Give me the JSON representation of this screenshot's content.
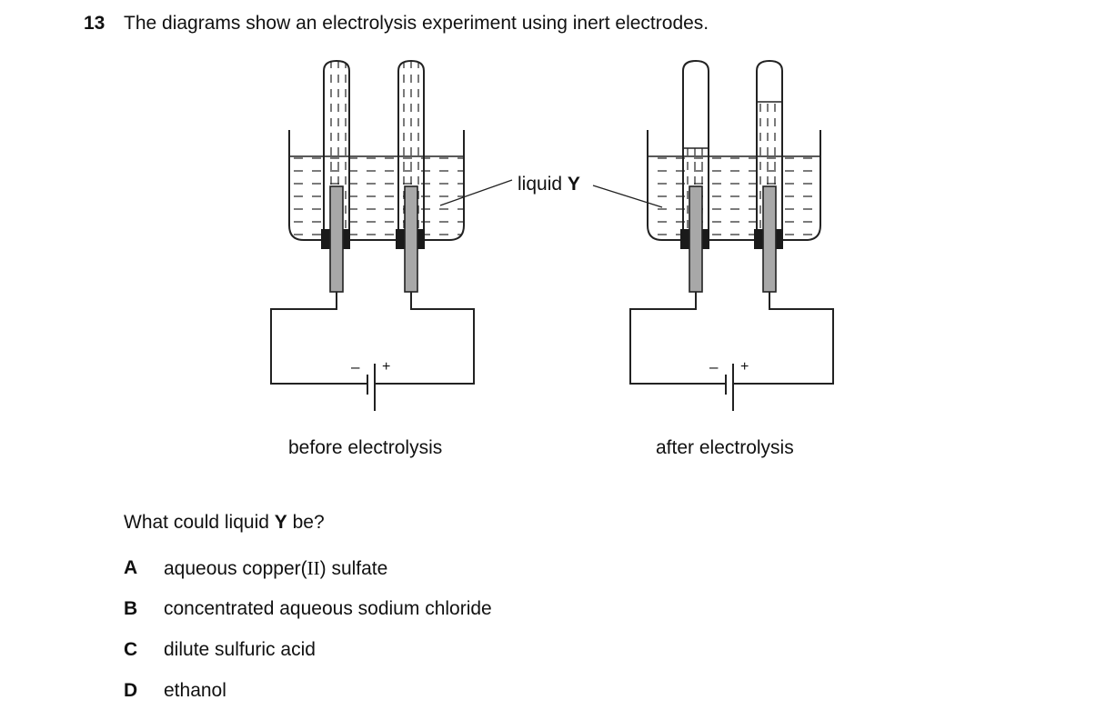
{
  "question": {
    "number": "13",
    "text": "The diagrams show an electrolysis experiment using inert electrodes."
  },
  "diagram": {
    "liquid_label_prefix": "liquid",
    "liquid_label_symbol": "Y",
    "minus_sign": "–",
    "plus_sign": "+",
    "caption_before": "before electrolysis",
    "caption_after": "after electrolysis"
  },
  "prompt": {
    "prefix": "What could liquid",
    "symbol": "Y",
    "suffix": "be?"
  },
  "options": [
    {
      "letter": "A",
      "text_before": "aqueous copper(",
      "text_roman": "II",
      "text_after": ") sulfate"
    },
    {
      "letter": "B",
      "text": "concentrated aqueous sodium chloride"
    },
    {
      "letter": "C",
      "text": "dilute sulfuric acid"
    },
    {
      "letter": "D",
      "text": "ethanol"
    }
  ]
}
